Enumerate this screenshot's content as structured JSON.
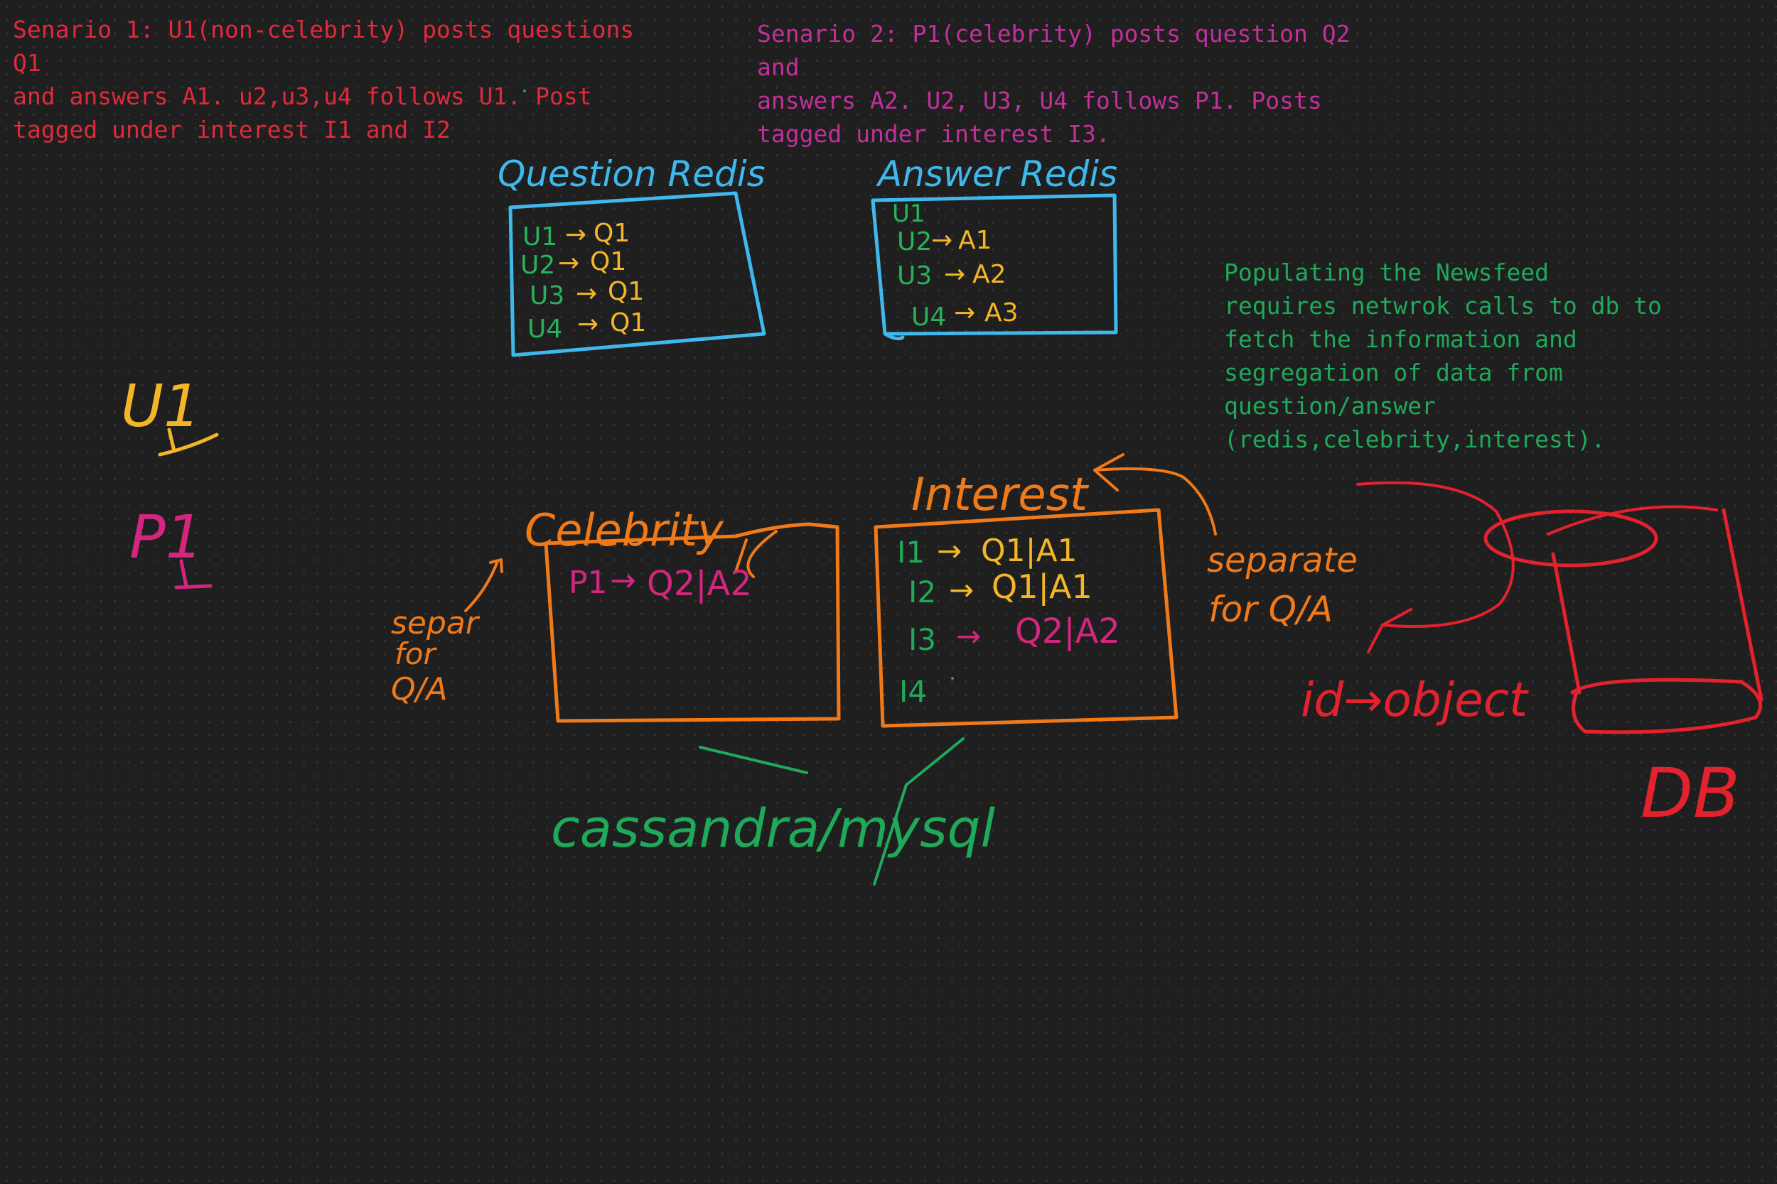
{
  "notes": {
    "scenario1": "Senario 1: U1(non-celebrity) posts questions Q1\nand answers A1. u2,u3,u4 follows U1. Post\ntagged under interest I1 and I2",
    "scenario2": "Senario 2: P1(celebrity) posts question Q2 and\nanswers A2. U2, U3, U4 follows P1. Posts\ntagged under interest I3.",
    "newsfeed": "Populating the Newsfeed\nrequires netwrok calls to db to\nfetch the information and\nsegregation of data from\nquestion/answer\n(redis,celebrity,interest)."
  },
  "actors": {
    "user": "U1",
    "celebrity": "P1"
  },
  "question_redis": {
    "title": "Question Redis",
    "rows": [
      {
        "key": "U1",
        "value": "Q1"
      },
      {
        "key": "U2",
        "value": "Q1"
      },
      {
        "key": "U3",
        "value": "Q1"
      },
      {
        "key": "U4",
        "value": "Q1"
      }
    ]
  },
  "answer_redis": {
    "title": "Answer Redis",
    "rows": [
      {
        "key": "U1",
        "value": ""
      },
      {
        "key": "U2",
        "value": "A1"
      },
      {
        "key": "U3",
        "value": "A2"
      },
      {
        "key": "U4",
        "value": "A3"
      }
    ]
  },
  "celebrity": {
    "title": "Celebrity",
    "rows": [
      {
        "key": "P1",
        "value": "Q2|A2"
      }
    ]
  },
  "interest": {
    "title": "Interest",
    "rows": [
      {
        "key": "I1",
        "value": "Q1|A1"
      },
      {
        "key": "I2",
        "value": "Q1|A1"
      },
      {
        "key": "I3",
        "value": "Q2|A2"
      },
      {
        "key": "I4",
        "value": ""
      }
    ]
  },
  "labels": {
    "separate_left_1": "separ",
    "separate_left_2": "for",
    "separate_left_3": "Q/A",
    "separate_right_1": "separate",
    "separate_right_2": "for Q/A",
    "id_object": "id→object",
    "storage": "cassandra/mysql",
    "db": "DB"
  },
  "colors": {
    "background": "#1f1f1f",
    "scenario1": "#e02a3c",
    "scenario2": "#c2309a",
    "redis_box": "#3fb8ec",
    "redis_key": "#27b35a",
    "redis_value": "#f3b628",
    "orange": "#f07a1a",
    "magenta": "#d2267f",
    "green": "#1fa95a",
    "red": "#e3222e",
    "yellow": "#f3b628"
  }
}
